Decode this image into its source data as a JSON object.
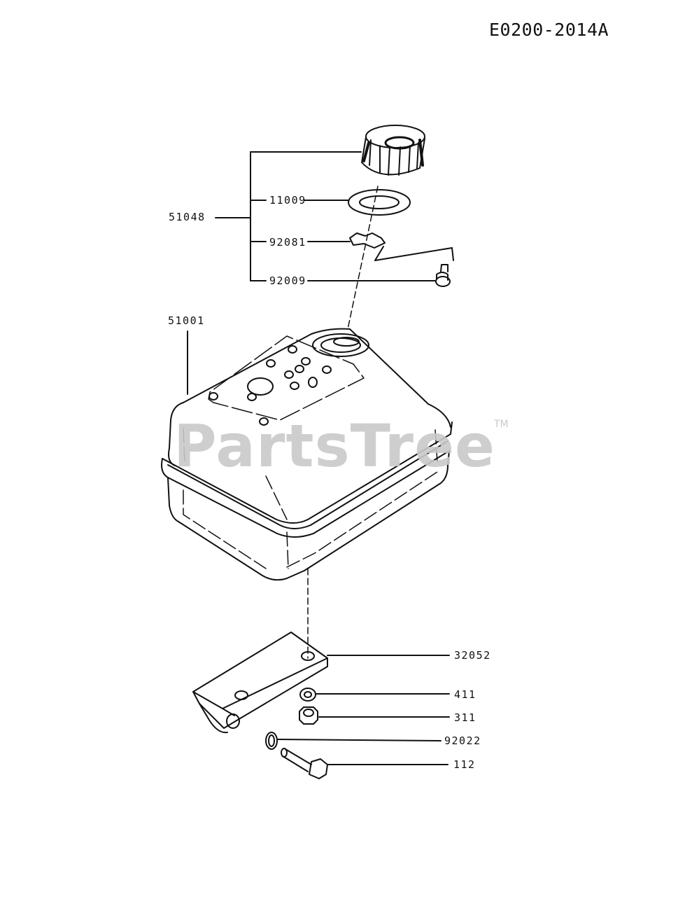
{
  "drawing_code": "E0200-2014A",
  "watermark": {
    "text": "PartsTree",
    "trademark": "TM"
  },
  "parts": {
    "p51048": "51048",
    "p11009": "11009",
    "p92081": "92081",
    "p92009": "92009",
    "p51001": "51001",
    "p32052": "32052",
    "p411": "411",
    "p311": "311",
    "p92022": "92022",
    "p112": "112"
  }
}
